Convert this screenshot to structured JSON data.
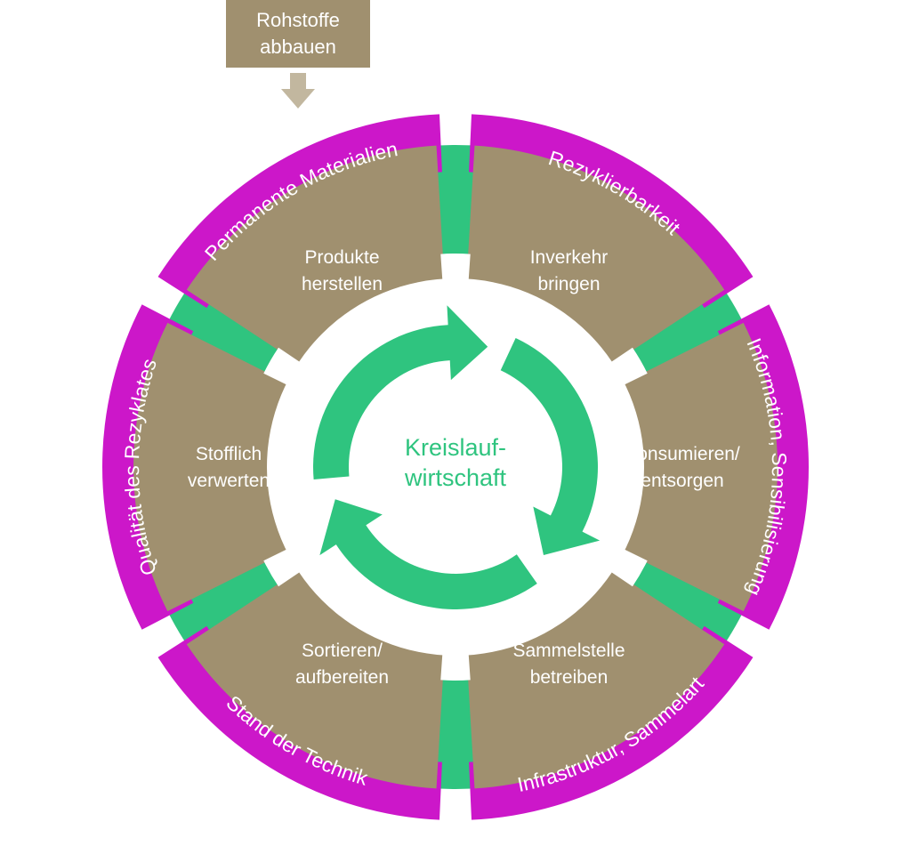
{
  "colors": {
    "segment": "#a0906f",
    "ring": "#cc17c9",
    "green": "#2fc47f",
    "box": "#a0906f",
    "arrow": "#c2b79f",
    "background": "#ffffff"
  },
  "top_box": {
    "line1": "Rohstoffe",
    "line2": "abbauen"
  },
  "center": {
    "line1": "Kreislauf-",
    "line2": "wirtschaft"
  },
  "segments": [
    {
      "line1": "Inverkehr",
      "line2": "bringen"
    },
    {
      "line1": "Konsumieren/",
      "line2": "entsorgen"
    },
    {
      "line1": "Sammelstelle",
      "line2": "betreiben"
    },
    {
      "line1": "Sortieren/",
      "line2": "aufbereiten"
    },
    {
      "line1": "Stofflich",
      "line2": "verwerten"
    },
    {
      "line1": "Produkte",
      "line2": "herstellen"
    }
  ],
  "ring_labels": [
    "Rezyklierbarkeit",
    "Information, Sensibilisierung",
    "Infrastruktur, Sammelart",
    "Stand der Technik",
    "Qualität des Rezyklates",
    "Permanente Materialien"
  ]
}
